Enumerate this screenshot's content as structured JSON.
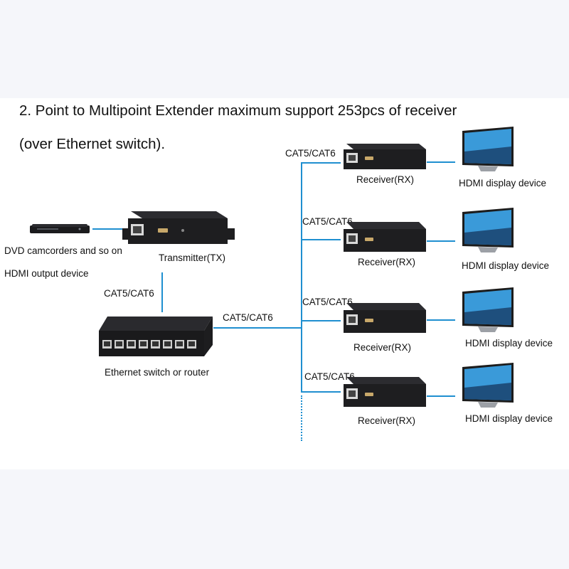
{
  "heading": {
    "line1": "2. Point to Multipoint Extender maximum support 253pcs of receiver",
    "line2": "(over Ethernet switch)."
  },
  "source": {
    "label_line1": "DVD camcorders and so on",
    "label_line2": "HDMI output device"
  },
  "transmitter": {
    "label": "Transmitter(TX)"
  },
  "switch": {
    "label": "Ethernet switch or router"
  },
  "cables": {
    "tx_to_switch": "CAT5/CAT6",
    "switch_to_bus": "CAT5/CAT6",
    "rx1": "CAT5/CAT6",
    "rx2": "CAT5/CAT6",
    "rx3": "CAT5/CAT6",
    "rx4": "CAT5/CAT6"
  },
  "receivers": [
    {
      "label": "Receiver(RX)",
      "display_label": "HDMI display device"
    },
    {
      "label": "Receiver(RX)",
      "display_label": "HDMI display device"
    },
    {
      "label": "Receiver(RX)",
      "display_label": "HDMI display device"
    },
    {
      "label": "Receiver(RX)",
      "display_label": "HDMI display device"
    }
  ],
  "colors": {
    "wire": "#1f8fd0",
    "device_body": "#1e1e20",
    "screen": "#3a9ad9"
  },
  "icons": [
    "dvd-player-icon",
    "transmitter-box-icon",
    "ethernet-switch-icon",
    "receiver-box-icon",
    "monitor-icon"
  ]
}
